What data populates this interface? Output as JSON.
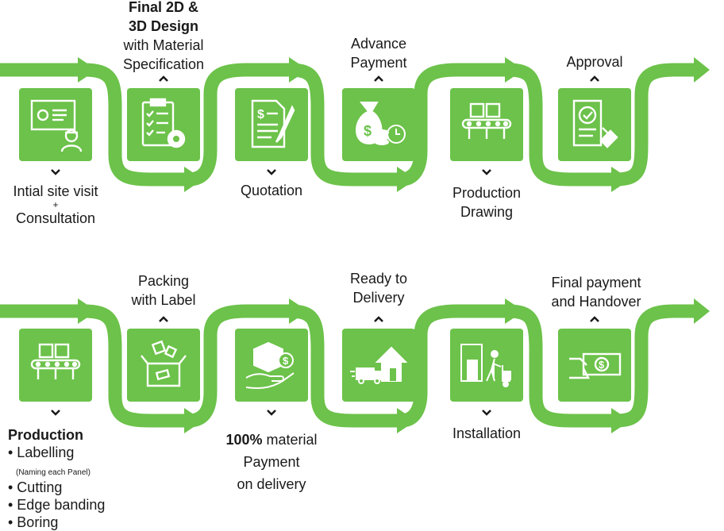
{
  "colors": {
    "green": "#6cc24a",
    "text": "#1a1a1a"
  },
  "row1": {
    "step1": {
      "icon": "presentation-worker-icon",
      "line1": "Intial site visit",
      "plus": "+",
      "line2": "Consultation"
    },
    "step2": {
      "icon": "checklist-gear-icon",
      "bold1": "Final 2D &",
      "bold2": "3D Design",
      "line1": "with Material",
      "line2": "Specification"
    },
    "step3": {
      "icon": "document-pen-icon",
      "line1": "Quotation"
    },
    "step4": {
      "icon": "money-bag-clock-icon",
      "line1": "Advance",
      "line2": "Payment"
    },
    "step5": {
      "icon": "conveyor-belt-icon",
      "line1": "Production",
      "line2": "Drawing"
    },
    "step6": {
      "icon": "approval-stamp-icon",
      "line1": "Approval"
    }
  },
  "row2": {
    "step1": {
      "icon": "conveyor-belt-icon",
      "title": "Production",
      "items": [
        "• Labelling",
        "(Naming each Panel)",
        "• Cutting",
        "• Edge banding",
        "• Boring"
      ]
    },
    "step2": {
      "icon": "packing-box-icon",
      "line1": "Packing",
      "line2": "with Label"
    },
    "step3": {
      "icon": "box-hand-payment-icon",
      "bold": "100%",
      "line1": " material",
      "line2": "Payment",
      "line3": "on delivery"
    },
    "step4": {
      "icon": "truck-house-icon",
      "line1": "Ready to",
      "line2": "Delivery"
    },
    "step5": {
      "icon": "installation-trolley-icon",
      "line1": "Installation"
    },
    "step6": {
      "icon": "cash-hand-icon",
      "line1": "Final payment",
      "line2": "and Handover"
    }
  }
}
